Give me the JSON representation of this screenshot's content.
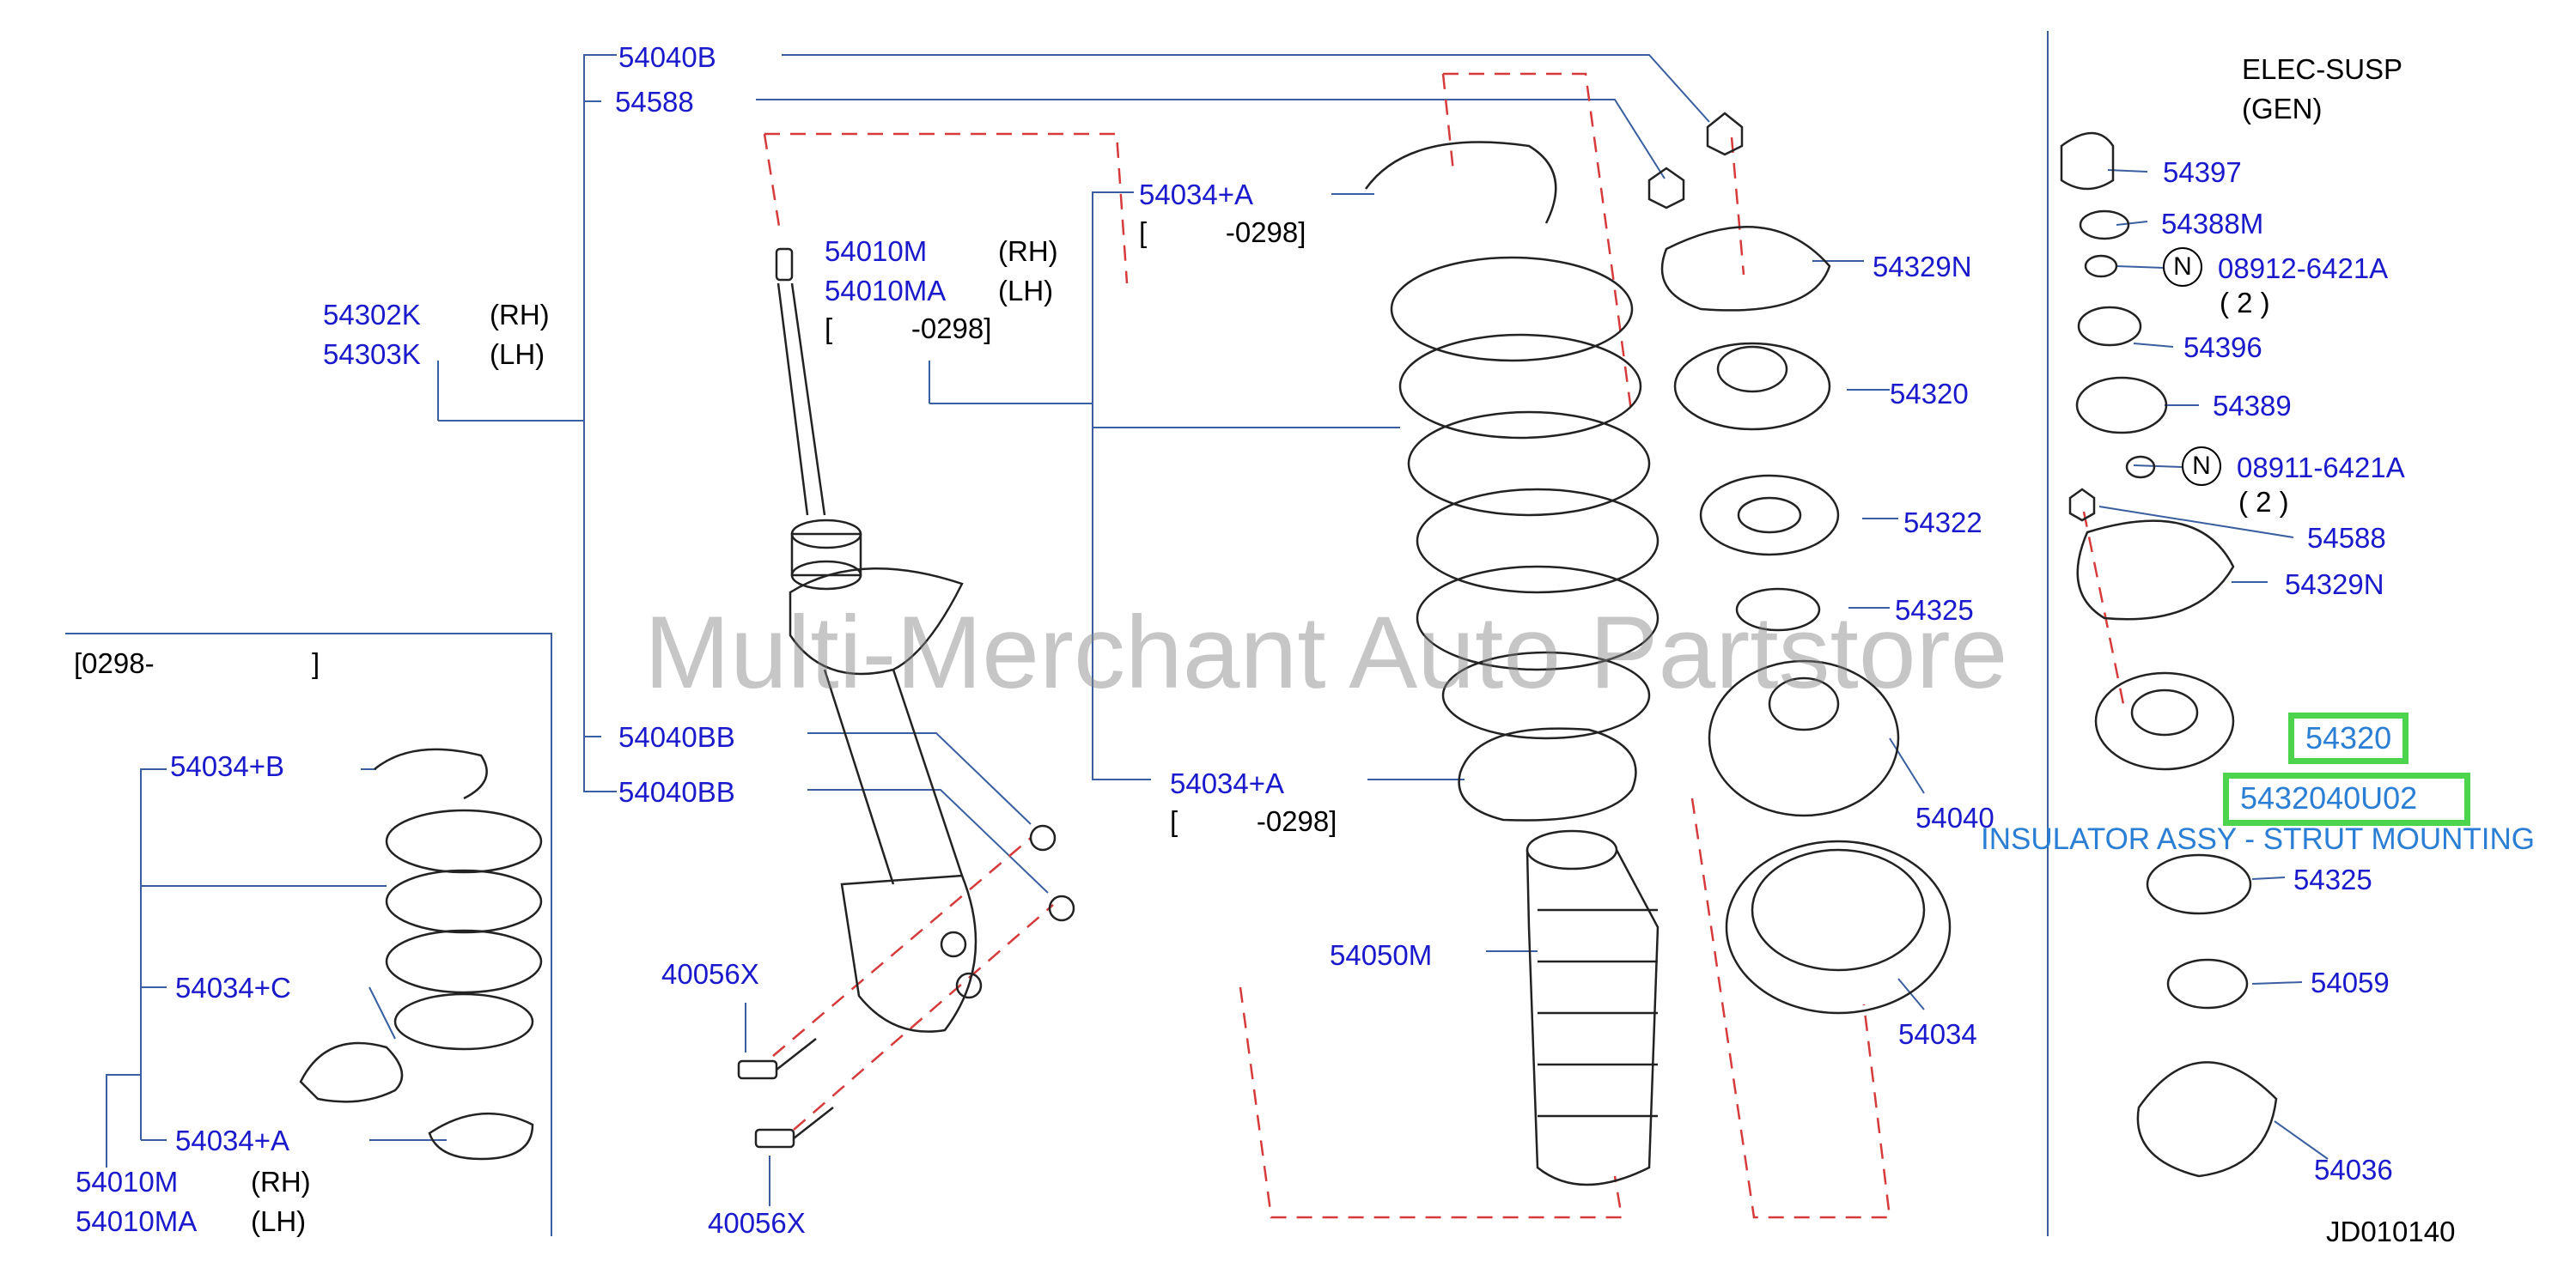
{
  "labels": {
    "p54040B": "54040B",
    "p54588a": "54588",
    "p54034A_top": "54034+A",
    "note_top1": "[          -0298]",
    "p54010M_c": "54010M",
    "rh_c": "(RH)",
    "p54010MA_c": "54010MA",
    "lh_c": "(LH)",
    "note_c": "[          -0298]",
    "p54302K": "54302K",
    "rh_a": "(RH)",
    "p54303K": "54303K",
    "lh_a": "(LH)",
    "p54329N_a": "54329N",
    "p54320_a": "54320",
    "p54322": "54322",
    "p54325_a": "54325",
    "p54040": "54040",
    "p54034": "54034",
    "p54040BB_1": "54040BB",
    "p54040BB_2": "54040BB",
    "p54034A_mid": "54034+A",
    "note_mid": "[          -0298]",
    "p40056X_1": "40056X",
    "p40056X_2": "40056X",
    "p54050M": "54050M",
    "inset_note": "[0298-                    ]",
    "p54034B": "54034+B",
    "p54034C": "54034+C",
    "p54034A_bl": "54034+A",
    "p54010M_bl": "54010M",
    "rh_bl": "(RH)",
    "p54010MA_bl": "54010MA",
    "lh_bl": "(LH)",
    "elec1": "ELEC-SUSP",
    "elec2": "(GEN)",
    "p54397": "54397",
    "p54388M": "54388M",
    "p08912": "08912-6421A",
    "qty1": "( 2 )",
    "p54396": "54396",
    "p54389": "54389",
    "p08911": "08911-6421A",
    "qty2": "( 2 )",
    "p54588b": "54588",
    "p54329N_b": "54329N",
    "p54320_hl": "54320",
    "p5432040U02": "5432040U02",
    "tooltip": "INSULATOR ASSY - STRUT MOUNTING",
    "p54325_b": "54325",
    "p54059": "54059",
    "p54036": "54036",
    "code": "JD010140",
    "n1": "N",
    "n2": "N",
    "watermark": "Multi-Merchant Auto Partstore"
  },
  "colors": {
    "part_number": "#1a1acc",
    "highlight_border": "#4cd44c",
    "highlight_text": "#2a7fd4",
    "leader_line": "#3a5fa0",
    "dashed_line": "#d63a3a"
  }
}
